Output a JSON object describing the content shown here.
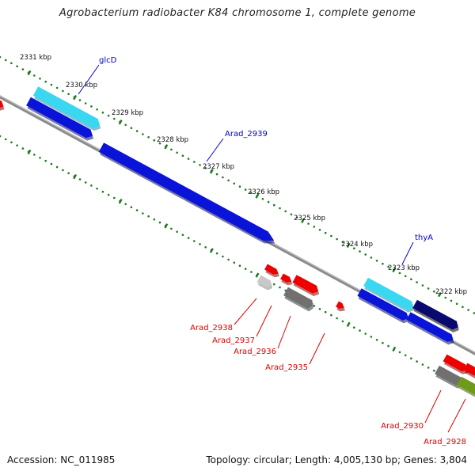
{
  "title": "Agrobacterium radiobacter K84 chromosome 1, complete genome",
  "footer": {
    "accession": "Accession: NC_011985",
    "summary": "Topology: circular; Length: 4,005,130 bp; Genes: 3,804"
  },
  "colors": {
    "backbone": "#8a8a8a",
    "tick": "#1f7a1f",
    "forward_label": "#0000cc",
    "reverse_label": "#dd0000",
    "blue": "#0a14d8",
    "cyan": "#39d8f0",
    "navy": "#0a0a6e",
    "red": "#ee0000",
    "gray": "#707070",
    "lightgray": "#c8c8c8",
    "olive": "#6f9a1a"
  },
  "kbp_labels": [
    "2331 kbp",
    "2330 kbp",
    "2329 kbp",
    "2328 kbp",
    "2327 kbp",
    "2326 kbp",
    "2325 kbp",
    "2324 kbp",
    "2323 kbp",
    "2322 kbp"
  ],
  "gene_labels": {
    "forward": [
      "glcD",
      "Arad_2939",
      "thyA"
    ],
    "reverse": [
      "Arad_2938",
      "Arad_2937",
      "Arad_2936",
      "Arad_2935",
      "Arad_2930",
      "Arad_2928"
    ]
  }
}
